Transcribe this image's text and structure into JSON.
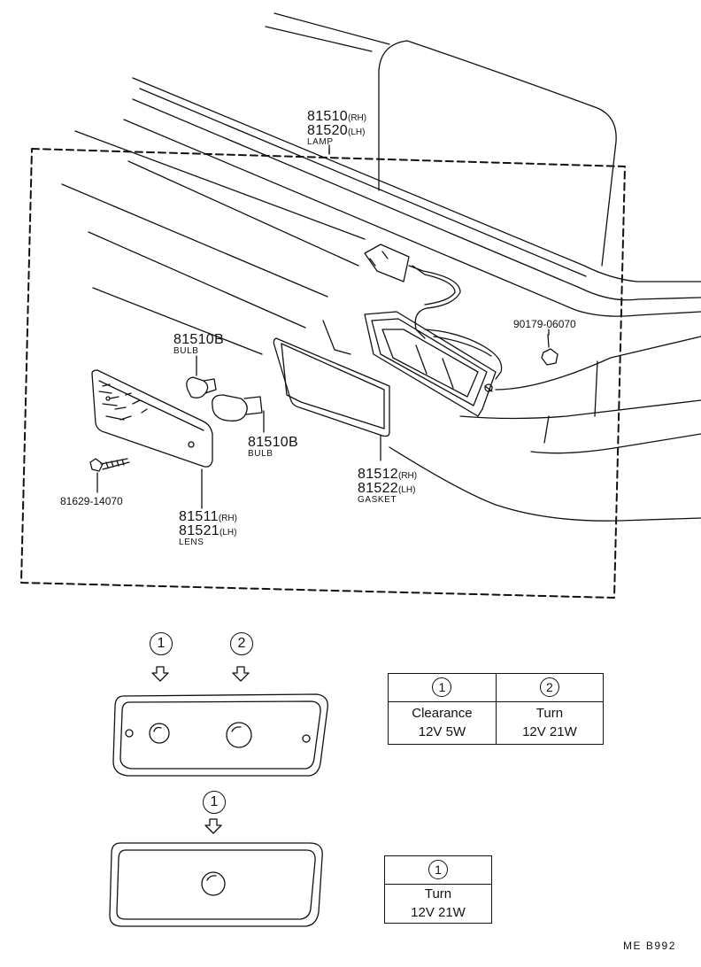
{
  "parts": {
    "lamp_rh": "81510",
    "lamp_rh_side": "(RH)",
    "lamp_lh": "81520",
    "lamp_lh_side": "(LH)",
    "lamp_name": "LAMP",
    "clip": "90179-06070",
    "bulb_small": "81510B",
    "bulb_small_name": "BULB",
    "bulb_large": "81510B",
    "bulb_large_name": "BULB",
    "gasket_rh": "81512",
    "gasket_rh_side": "(RH)",
    "gasket_lh": "81522",
    "gasket_lh_side": "(LH)",
    "gasket_name": "GASKET",
    "screw": "81629-14070",
    "lens_rh": "81511",
    "lens_rh_side": "(RH)",
    "lens_lh": "81521",
    "lens_lh_side": "(LH)",
    "lens_name": "LENS"
  },
  "markers": {
    "one": "1",
    "two": "2"
  },
  "table_dual": {
    "col1_marker": "1",
    "col2_marker": "2",
    "col1_function": "Clearance",
    "col1_rating": "12V 5W",
    "col2_function": "Turn",
    "col2_rating": "12V 21W"
  },
  "table_single": {
    "col1_marker": "1",
    "col1_function": "Turn",
    "col1_rating": "12V 21W"
  },
  "footer": {
    "code_prefix": "ME",
    "code_number": "B992"
  }
}
